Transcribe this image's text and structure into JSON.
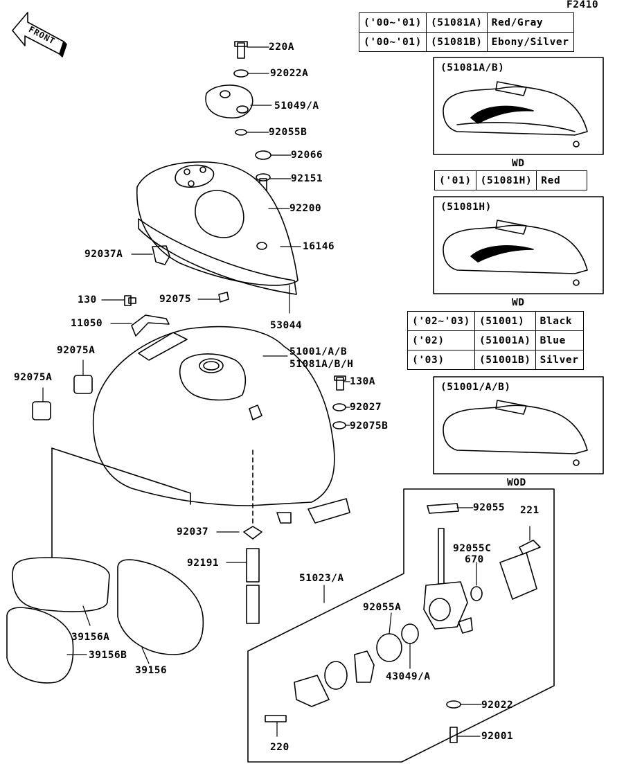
{
  "figure_code": "F2410",
  "front_label": "FRONT",
  "callouts": {
    "c220A": "220A",
    "c92022A": "92022A",
    "c51049A": "51049/A",
    "c92055B": "92055B",
    "c92066": "92066",
    "c92151": "92151",
    "c92200": "92200",
    "c16146": "16146",
    "c92037A": "92037A",
    "c130": "130",
    "c92075": "92075",
    "c53044": "53044",
    "c11050": "11050",
    "c92075A_1": "92075A",
    "c92075A_2": "92075A",
    "c51001AB": "51001/A/B",
    "c51081ABH": "51081A/B/H",
    "c130A": "130A",
    "c92027": "92027",
    "c92075B": "92075B",
    "c92055": "92055",
    "c221": "221",
    "c92055C": "92055C",
    "c670": "670",
    "c92037": "92037",
    "c92191": "92191",
    "c51023A": "51023/A",
    "c92055A": "92055A",
    "c43049A": "43049/A",
    "c39156A": "39156A",
    "c39156B": "39156B",
    "c39156": "39156",
    "c220": "220",
    "c92022": "92022",
    "c92001": "92001"
  },
  "variant_tables": [
    {
      "rows": [
        [
          "('00~'01)",
          "(51081A)",
          "Red/Gray"
        ],
        [
          "('00~'01)",
          "(51081B)",
          "Ebony/Silver"
        ]
      ]
    },
    {
      "rows": [
        [
          "('01)",
          "(51081H)",
          "Red"
        ]
      ]
    },
    {
      "rows": [
        [
          "('02~'03)",
          "(51001)",
          "Black"
        ],
        [
          "('02)",
          "(51001A)",
          "Blue"
        ],
        [
          "('03)",
          "(51001B)",
          "Silver"
        ]
      ]
    }
  ],
  "panels": [
    {
      "title": "(51081A/B)",
      "caption": "WD"
    },
    {
      "title": "(51081H)",
      "caption": "WD"
    },
    {
      "title": "(51001/A/B)",
      "caption": "WOD"
    }
  ]
}
